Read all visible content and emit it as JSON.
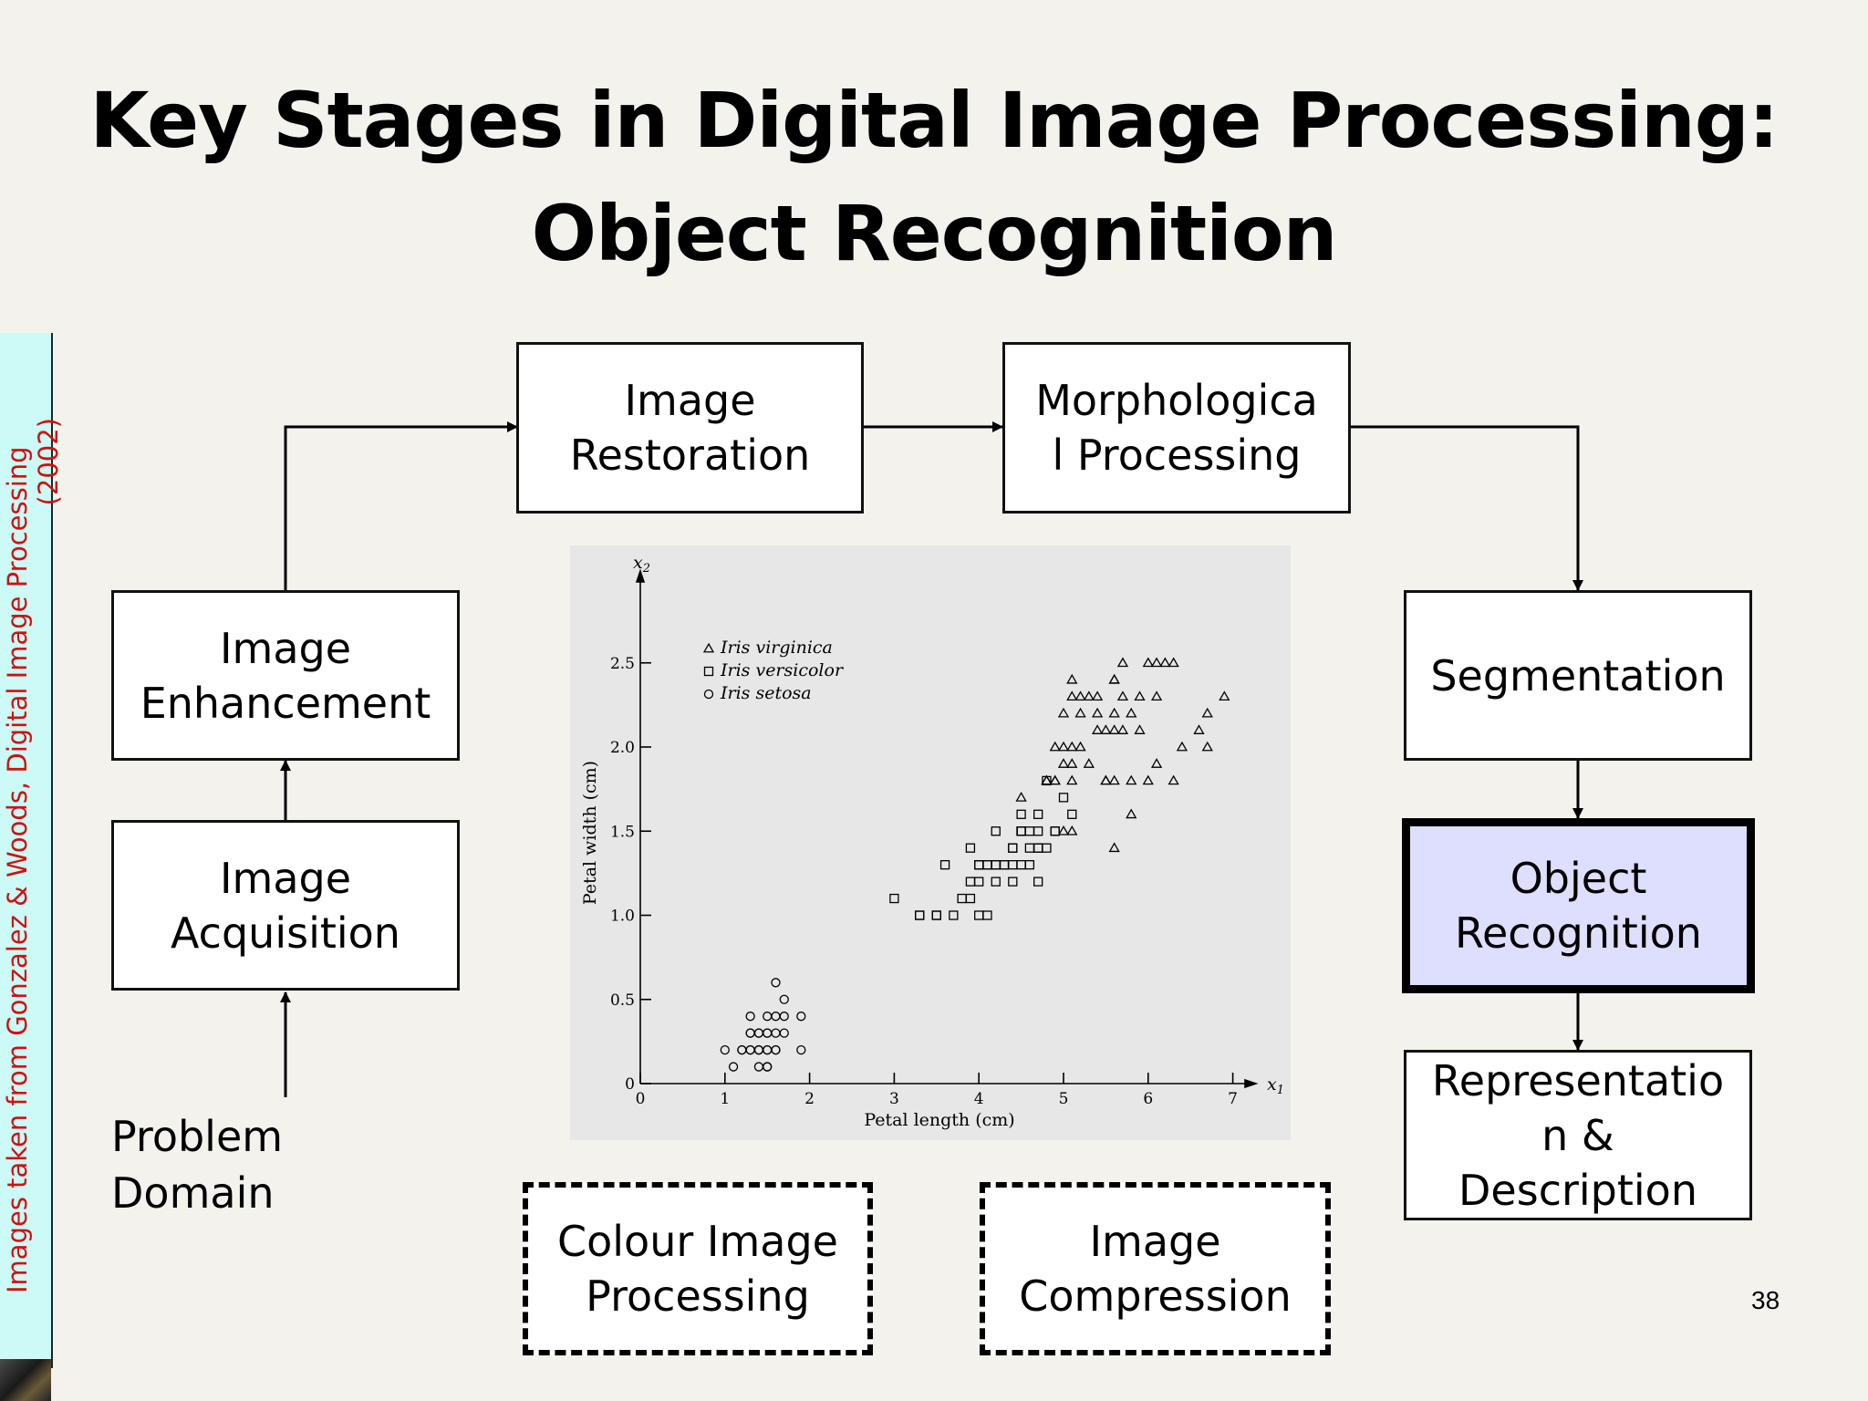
{
  "title": {
    "line1": "Key Stages in Digital Image Processing:",
    "line2": "Object Recognition"
  },
  "sidebar": {
    "credit": "Images taken from Gonzalez & Woods, Digital Image Processing",
    "year": "(2002)"
  },
  "page_number": "38",
  "stages": {
    "image_restoration": "Image\nRestoration",
    "morphological_processing": "Morphologica\nl Processing",
    "image_enhancement": "Image\nEnhancement",
    "segmentation": "Segmentation",
    "image_acquisition": "Image\nAcquisition",
    "object_recognition": "Object\nRecognition",
    "representation_description": "Representatio\nn &\nDescription",
    "colour_image_processing": "Colour Image\nProcessing",
    "image_compression": "Image\nCompression",
    "problem_domain": "Problem\nDomain"
  },
  "colors": {
    "active_stage_fill": "#dedeff",
    "sidebar_fill": "#ccfbf7",
    "sidebar_text": "#d01010",
    "chart_background": "#e7e7e7"
  },
  "chart_data": {
    "type": "scatter",
    "x_axis_symbol": "x",
    "x_axis_subscript": "1",
    "y_axis_symbol": "x",
    "y_axis_subscript": "2",
    "xlabel": "Petal length (cm)",
    "ylabel": "Petal width (cm)",
    "xlim": [
      0,
      7.5
    ],
    "ylim": [
      0,
      2.9
    ],
    "x_ticks": [
      "0",
      "1",
      "2",
      "3",
      "4",
      "5",
      "6",
      "7"
    ],
    "y_ticks": [
      "0",
      "0.5",
      "1.0",
      "1.5",
      "2.0",
      "2.5"
    ],
    "legend_placement": "top-left",
    "grid": false,
    "series": [
      {
        "name": "Iris virginica",
        "marker": "triangle",
        "points": [
          [
            6.0,
            2.5
          ],
          [
            5.1,
            1.9
          ],
          [
            5.9,
            2.1
          ],
          [
            5.6,
            1.8
          ],
          [
            5.8,
            2.2
          ],
          [
            6.6,
            2.1
          ],
          [
            4.5,
            1.7
          ],
          [
            6.3,
            1.8
          ],
          [
            5.8,
            1.8
          ],
          [
            6.1,
            2.5
          ],
          [
            5.1,
            2.0
          ],
          [
            5.3,
            1.9
          ],
          [
            5.5,
            2.1
          ],
          [
            5.0,
            2.0
          ],
          [
            5.1,
            2.4
          ],
          [
            5.3,
            2.3
          ],
          [
            5.5,
            1.8
          ],
          [
            6.7,
            2.2
          ],
          [
            6.9,
            2.3
          ],
          [
            5.0,
            1.5
          ],
          [
            5.7,
            2.3
          ],
          [
            4.9,
            2.0
          ],
          [
            6.7,
            2.0
          ],
          [
            4.9,
            1.8
          ],
          [
            5.7,
            2.1
          ],
          [
            6.0,
            1.8
          ],
          [
            4.8,
            1.8
          ],
          [
            4.9,
            1.8
          ],
          [
            5.6,
            2.1
          ],
          [
            5.8,
            1.6
          ],
          [
            6.1,
            1.9
          ],
          [
            6.4,
            2.0
          ],
          [
            5.6,
            2.2
          ],
          [
            5.1,
            1.5
          ],
          [
            5.6,
            1.4
          ],
          [
            6.1,
            2.3
          ],
          [
            5.6,
            2.4
          ],
          [
            5.5,
            1.8
          ],
          [
            4.8,
            1.8
          ],
          [
            5.4,
            2.1
          ],
          [
            5.6,
            2.4
          ],
          [
            5.1,
            2.3
          ],
          [
            5.9,
            2.3
          ],
          [
            5.7,
            2.5
          ],
          [
            5.2,
            2.3
          ],
          [
            5.0,
            1.9
          ],
          [
            5.2,
            2.0
          ],
          [
            5.4,
            2.3
          ],
          [
            5.1,
            1.8
          ],
          [
            6.3,
            2.5
          ],
          [
            6.2,
            2.5
          ],
          [
            5.4,
            2.2
          ],
          [
            5.0,
            2.2
          ],
          [
            5.2,
            2.2
          ]
        ]
      },
      {
        "name": "Iris versicolor",
        "marker": "square",
        "points": [
          [
            4.7,
            1.4
          ],
          [
            4.5,
            1.5
          ],
          [
            4.9,
            1.5
          ],
          [
            4.0,
            1.3
          ],
          [
            4.6,
            1.5
          ],
          [
            4.5,
            1.3
          ],
          [
            4.7,
            1.6
          ],
          [
            3.3,
            1.0
          ],
          [
            4.6,
            1.3
          ],
          [
            3.9,
            1.4
          ],
          [
            3.5,
            1.0
          ],
          [
            4.2,
            1.5
          ],
          [
            4.0,
            1.0
          ],
          [
            4.7,
            1.4
          ],
          [
            3.6,
            1.3
          ],
          [
            4.4,
            1.4
          ],
          [
            4.5,
            1.5
          ],
          [
            4.1,
            1.0
          ],
          [
            4.5,
            1.5
          ],
          [
            3.9,
            1.1
          ],
          [
            4.8,
            1.8
          ],
          [
            4.0,
            1.3
          ],
          [
            4.9,
            1.5
          ],
          [
            4.7,
            1.2
          ],
          [
            4.3,
            1.3
          ],
          [
            4.4,
            1.4
          ],
          [
            4.8,
            1.4
          ],
          [
            5.0,
            1.7
          ],
          [
            4.5,
            1.5
          ],
          [
            3.5,
            1.0
          ],
          [
            3.8,
            1.1
          ],
          [
            3.7,
            1.0
          ],
          [
            3.9,
            1.2
          ],
          [
            5.1,
            1.6
          ],
          [
            4.5,
            1.5
          ],
          [
            4.5,
            1.6
          ],
          [
            4.7,
            1.5
          ],
          [
            4.4,
            1.3
          ],
          [
            4.1,
            1.3
          ],
          [
            4.0,
            1.3
          ],
          [
            4.4,
            1.2
          ],
          [
            4.6,
            1.4
          ],
          [
            4.0,
            1.2
          ],
          [
            3.3,
            1.0
          ],
          [
            4.2,
            1.3
          ],
          [
            4.2,
            1.2
          ],
          [
            4.2,
            1.3
          ],
          [
            4.3,
            1.3
          ],
          [
            3.0,
            1.1
          ],
          [
            4.1,
            1.3
          ]
        ]
      },
      {
        "name": "Iris setosa",
        "marker": "circle",
        "points": [
          [
            1.4,
            0.2
          ],
          [
            1.3,
            0.2
          ],
          [
            1.5,
            0.2
          ],
          [
            1.7,
            0.4
          ],
          [
            1.4,
            0.3
          ],
          [
            1.5,
            0.1
          ],
          [
            1.6,
            0.2
          ],
          [
            1.1,
            0.1
          ],
          [
            1.2,
            0.2
          ],
          [
            1.3,
            0.4
          ],
          [
            1.7,
            0.3
          ],
          [
            1.5,
            0.3
          ],
          [
            1.0,
            0.2
          ],
          [
            1.7,
            0.5
          ],
          [
            1.9,
            0.2
          ],
          [
            1.6,
            0.4
          ],
          [
            1.4,
            0.2
          ],
          [
            1.5,
            0.4
          ],
          [
            1.6,
            0.2
          ],
          [
            1.5,
            0.2
          ],
          [
            1.9,
            0.4
          ],
          [
            1.3,
            0.3
          ],
          [
            1.6,
            0.6
          ],
          [
            1.4,
            0.1
          ],
          [
            1.6,
            0.3
          ],
          [
            1.5,
            0.3
          ],
          [
            1.2,
            0.2
          ],
          [
            1.3,
            0.2
          ],
          [
            1.4,
            0.3
          ],
          [
            1.3,
            0.3
          ],
          [
            1.4,
            0.2
          ],
          [
            1.5,
            0.1
          ]
        ]
      }
    ]
  }
}
